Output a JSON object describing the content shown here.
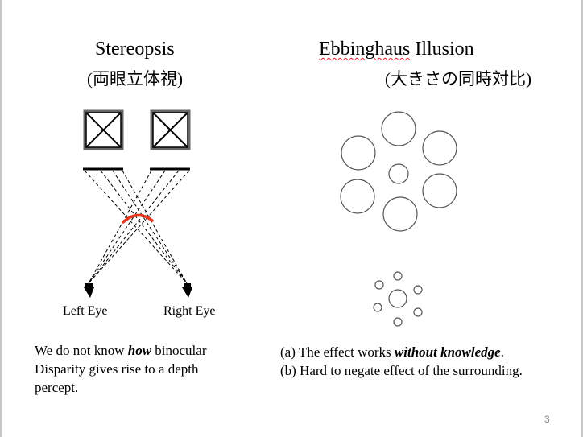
{
  "slide": {
    "page_number": "3",
    "left": {
      "title": "Stereopsis",
      "subtitle": "(両眼立体視)",
      "left_eye_label": "Left Eye",
      "right_eye_label": "Right Eye",
      "caption_line1_before": "We do not know ",
      "caption_emphasis": "how",
      "caption_line1_after": " binocular",
      "caption_line2": "Disparity gives rise to a depth",
      "caption_line3": "percept."
    },
    "right": {
      "title_word_misspelled": "Ebbinghaus",
      "title_rest": " Illusion",
      "subtitle": "(大きさの同時対比)",
      "point_a_before": "(a) The effect works ",
      "point_a_emphasis": "without knowledge",
      "point_a_after": ".",
      "point_b": "(b) Hard to negate effect of the surrounding."
    }
  },
  "colors": {
    "disparity_arc": "#e8341c",
    "spellcheck": "#dd2233",
    "circle_stroke": "#555555"
  }
}
